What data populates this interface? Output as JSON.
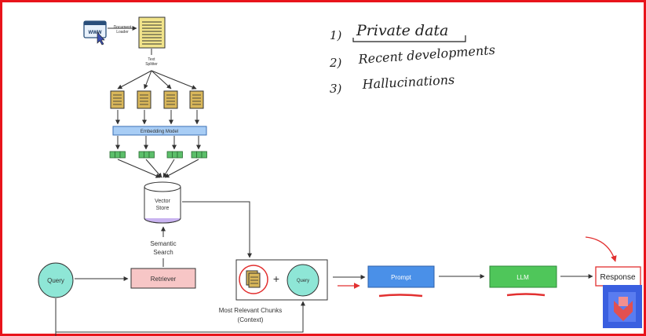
{
  "diagram": {
    "nodes": {
      "document_loader": "Document\nLoader",
      "text_splitter": "Text\nSplitter",
      "embedding_model": "Embedding Model",
      "vector_store": "Vector\nStore",
      "semantic_search": "Semantic\nSearch",
      "query": "Query",
      "retriever": "Retriever",
      "context_query": "Query",
      "plus": "+",
      "prompt": "Prompt",
      "llm": "LLM",
      "response": "Response",
      "most_relevant_chunks": "Most Relevant Chunks\n(Context)",
      "www": "WWW"
    },
    "notes": [
      {
        "num": "1)",
        "text": "Private data"
      },
      {
        "num": "2)",
        "text": "Recent developments"
      },
      {
        "num": "3)",
        "text": "Hallucinations"
      }
    ]
  },
  "colors": {
    "frame": "#e8141b",
    "doc_fill": "#f2e48a",
    "chunk_fill": "#d9b75a",
    "embedding_fill": "#a8cdf5",
    "vector_fill": "#5cbf6a",
    "query_fill": "#8ee6d6",
    "retriever_fill": "#f7c6c6",
    "prompt_fill": "#4a90e8",
    "llm_fill": "#4fc65a",
    "annotation_red": "#e23030"
  },
  "icons": [
    "browser-www-icon",
    "cursor-arrow-icon",
    "document-icon",
    "chunk-document-icon",
    "vector-embedding-icon",
    "database-cylinder-icon",
    "stacked-docs-icon",
    "thumbnail-icon"
  ]
}
